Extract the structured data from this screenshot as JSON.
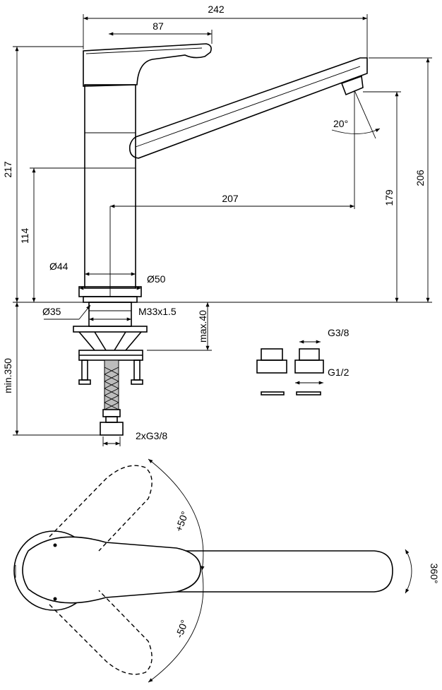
{
  "dimensions": {
    "overall_width": "242",
    "lever_length": "87",
    "total_height": "217",
    "spout_height": "206",
    "outlet_height": "179",
    "reach": "207",
    "body_height": "114",
    "swivel_angle": "20°",
    "body_diameter": "Ø44",
    "base_diameter": "Ø50",
    "shank_diameter": "Ø35",
    "thread": "M33x1.5",
    "max_deck": "max.40",
    "min_hose": "min.350",
    "hose_connection": "2xG3/8",
    "adapter_top": "G3/8",
    "adapter_bottom": "G1/2",
    "rotate_plus": "+50°",
    "rotate_minus": "-50°",
    "spout_rotation": "360°"
  },
  "colors": {
    "line": "#000000",
    "background": "#ffffff",
    "hose_fill": "#bdbdbd"
  }
}
